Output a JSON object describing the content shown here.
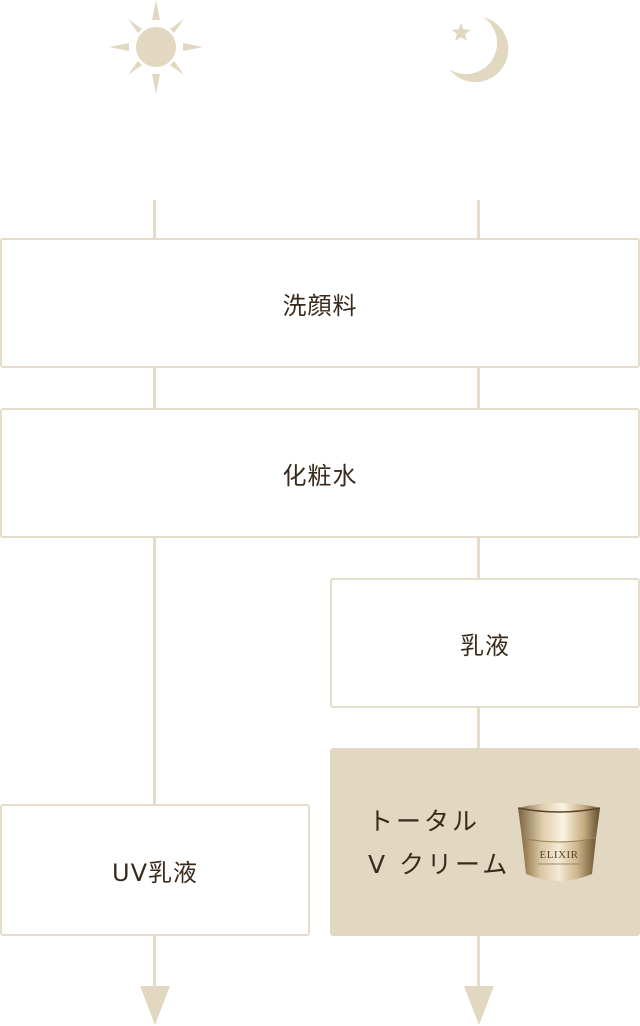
{
  "icons": {
    "morning": "sun-icon",
    "night": "moon-star-icon"
  },
  "colors": {
    "line": "#e6dccb",
    "icon": "#e2d7c0",
    "box_border": "#e6dccb",
    "highlight_box": "#e2d7c0",
    "text": "#3a2a1c"
  },
  "steps": {
    "cleanser": "洗顔料",
    "lotion": "化粧水",
    "emulsion": "乳液",
    "uv_emulsion": "UV乳液",
    "product_line1": "トータル",
    "product_line2": "V クリーム"
  },
  "product": {
    "brand": "ELIXIR"
  }
}
